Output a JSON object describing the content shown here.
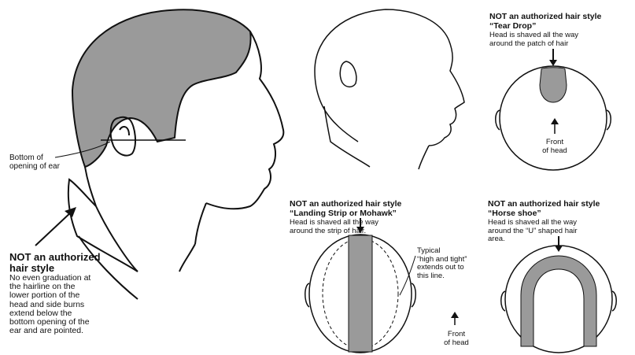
{
  "side_profile": {
    "ear_label": "Bottom of\nopening of ear",
    "warning_title": "NOT an authorized\nhair style",
    "warning_body": "No even graduation at\nthe hairline on the\nlower portion of the\nhead and side burns\nextend below the\nbottom opening of the\near and are pointed."
  },
  "tear_drop": {
    "title": "NOT an authorized hair style\n“Tear Drop”",
    "desc": "Head is shaved all the way\naround the patch of hair",
    "front_label": "Front\nof head"
  },
  "mohawk": {
    "title": "NOT an authorized hair style\n“Landing Strip or Mohawk”",
    "desc": "Head is shaved all the way\naround the strip of hair.",
    "typical_label": "Typical\n“high and tight”\nextends out to\nthis line.",
    "front_label": "Front\nof head"
  },
  "horseshoe": {
    "title": "NOT an authorized hair style\n“Horse shoe”",
    "desc": "Head is shaved all the way\naround the “U” shaped hair\narea."
  },
  "colors": {
    "hair": "#9a9a9a",
    "line": "#111111"
  }
}
